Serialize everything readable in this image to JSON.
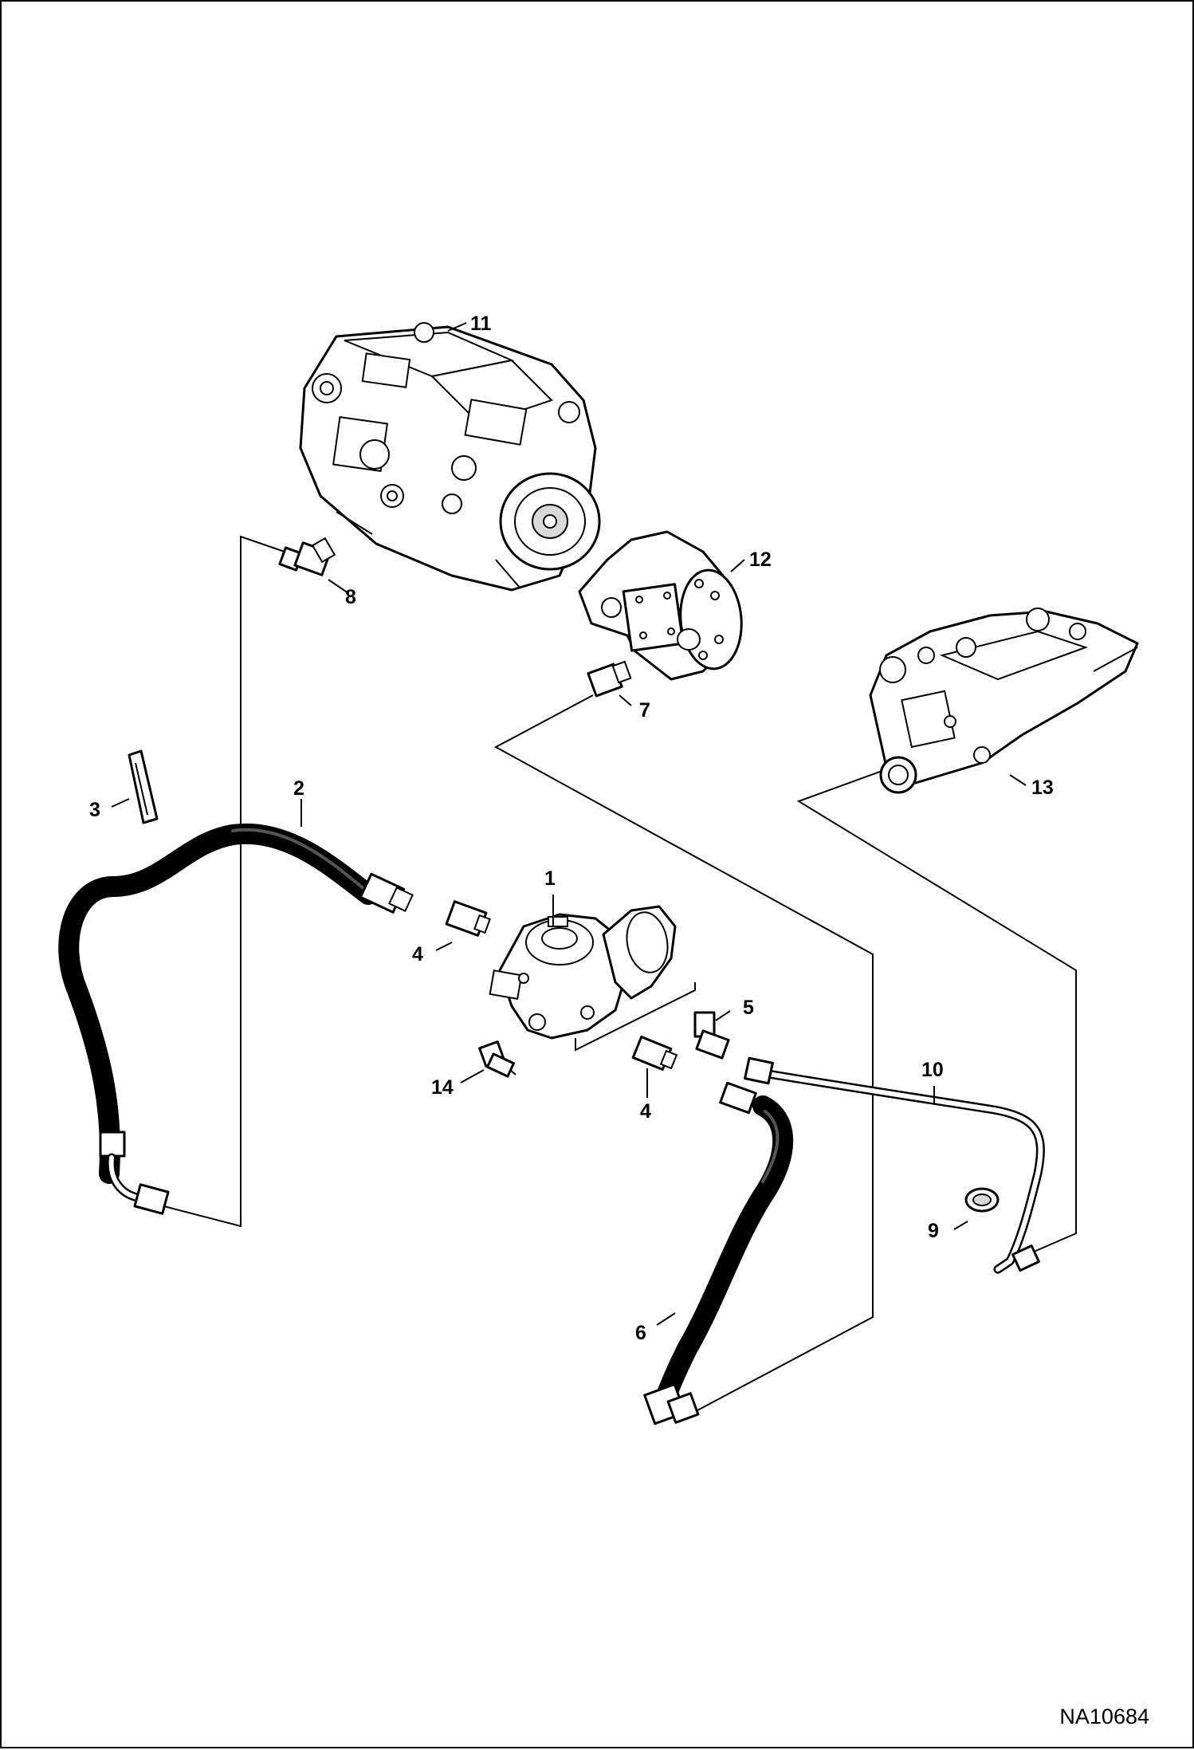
{
  "drawing_id": "NA10684",
  "callouts": [
    {
      "id": "1",
      "text": "1"
    },
    {
      "id": "2",
      "text": "2"
    },
    {
      "id": "3",
      "text": "3"
    },
    {
      "id": "4a",
      "text": "4"
    },
    {
      "id": "4b",
      "text": "4"
    },
    {
      "id": "5",
      "text": "5"
    },
    {
      "id": "6",
      "text": "6"
    },
    {
      "id": "7",
      "text": "7"
    },
    {
      "id": "8",
      "text": "8"
    },
    {
      "id": "9",
      "text": "9"
    },
    {
      "id": "10",
      "text": "10"
    },
    {
      "id": "11",
      "text": "11"
    },
    {
      "id": "12",
      "text": "12"
    },
    {
      "id": "13",
      "text": "13"
    },
    {
      "id": "14",
      "text": "14"
    }
  ]
}
